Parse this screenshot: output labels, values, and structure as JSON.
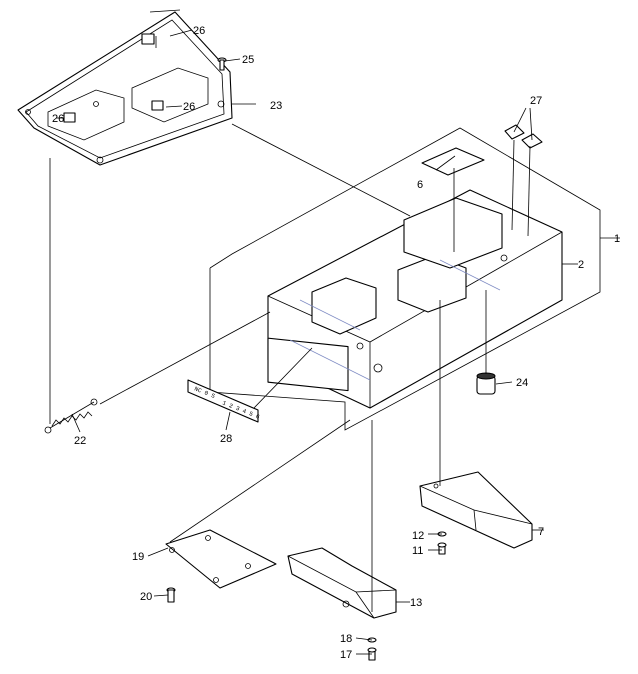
{
  "callouts": [
    {
      "id": "c1",
      "label": "1"
    },
    {
      "id": "c2",
      "label": "2"
    },
    {
      "id": "c6",
      "label": "6"
    },
    {
      "id": "c7",
      "label": "7"
    },
    {
      "id": "c11",
      "label": "11"
    },
    {
      "id": "c12",
      "label": "12"
    },
    {
      "id": "c13",
      "label": "13"
    },
    {
      "id": "c17",
      "label": "17"
    },
    {
      "id": "c18",
      "label": "18"
    },
    {
      "id": "c19",
      "label": "19"
    },
    {
      "id": "c20",
      "label": "20"
    },
    {
      "id": "c22",
      "label": "22"
    },
    {
      "id": "c23",
      "label": "23"
    },
    {
      "id": "c24",
      "label": "24"
    },
    {
      "id": "c25",
      "label": "25"
    },
    {
      "id": "c26a",
      "label": "26"
    },
    {
      "id": "c26b",
      "label": "26"
    },
    {
      "id": "c26c",
      "label": "26"
    },
    {
      "id": "c27",
      "label": "27"
    },
    {
      "id": "c28",
      "label": "28"
    }
  ],
  "scale_label": {
    "left": "NC 0 S",
    "right": "1 2 3 4 5 6"
  }
}
